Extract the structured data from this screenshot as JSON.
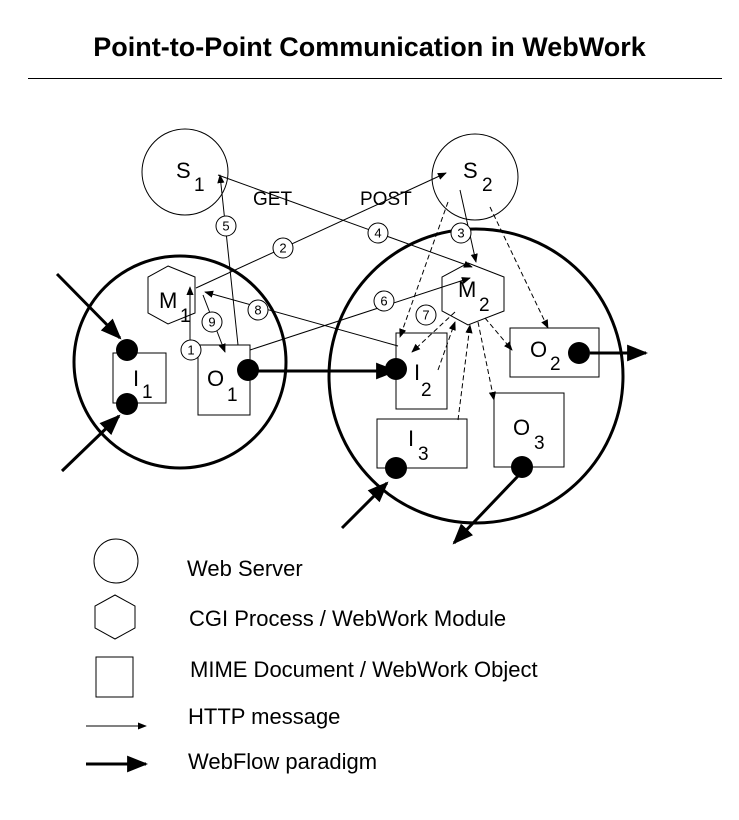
{
  "title": "Point-to-Point Communication in WebWork",
  "diagram": {
    "servers": [
      {
        "id": "S1",
        "main": "S",
        "sub": "1"
      },
      {
        "id": "S2",
        "main": "S",
        "sub": "2"
      }
    ],
    "modules": [
      {
        "id": "M1",
        "main": "M",
        "sub": "1"
      },
      {
        "id": "M2",
        "main": "M",
        "sub": "2"
      }
    ],
    "objects": [
      {
        "id": "I1",
        "main": "I",
        "sub": "1"
      },
      {
        "id": "O1",
        "main": "O",
        "sub": "1"
      },
      {
        "id": "I2",
        "main": "I",
        "sub": "2"
      },
      {
        "id": "O2",
        "main": "O",
        "sub": "2"
      },
      {
        "id": "I3",
        "main": "I",
        "sub": "3"
      },
      {
        "id": "O3",
        "main": "O",
        "sub": "3"
      }
    ],
    "messages": [
      "1",
      "2",
      "3",
      "4",
      "5",
      "6",
      "7",
      "8",
      "9"
    ],
    "methods": {
      "get": "GET",
      "post": "POST"
    }
  },
  "legend": {
    "web_server": "Web Server",
    "cgi_process": "CGI Process / WebWork Module",
    "mime_document": "MIME Document / WebWork Object",
    "http_message": "HTTP message",
    "webflow": "WebFlow paradigm"
  }
}
